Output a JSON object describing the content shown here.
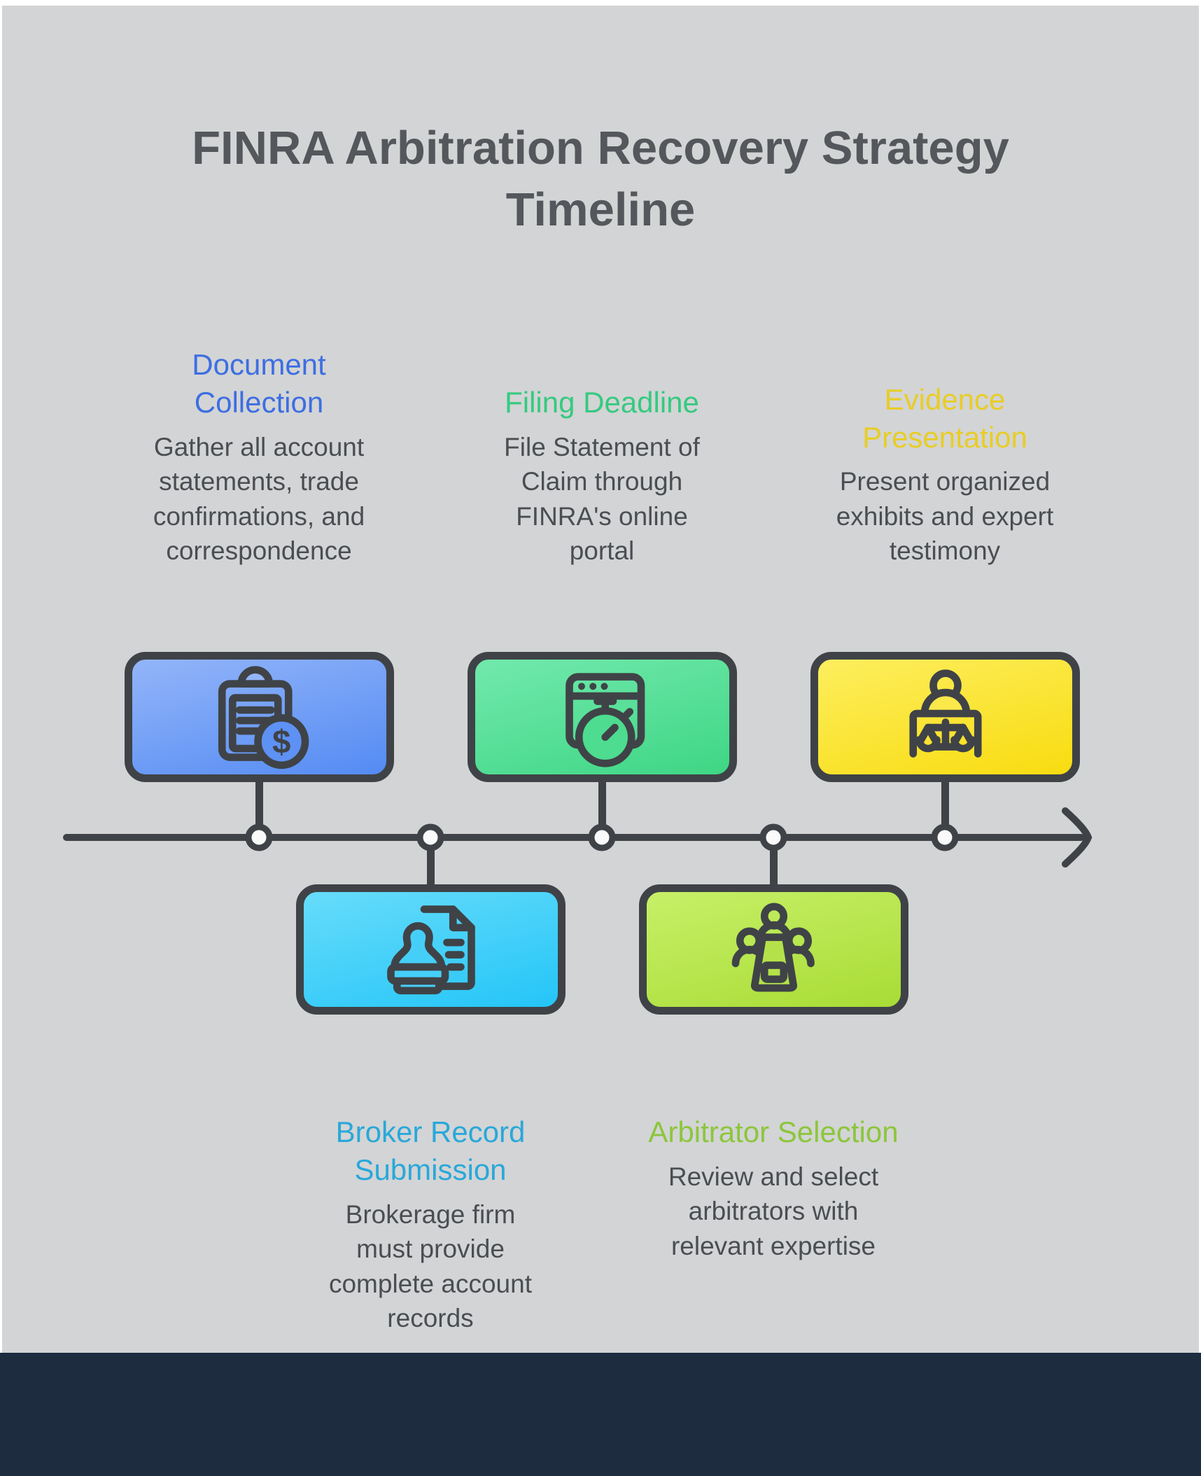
{
  "header": {
    "title": "FINRA Arbitration Recovery Strategy Timeline"
  },
  "colors": {
    "background": "#d3d4d5",
    "footer_band": "#1d2c3f",
    "title_text": "#54575b",
    "body_text": "#4a4e53",
    "outline_stroke": "#3f4347",
    "heading_blue": "#3d6ee2",
    "heading_cyan": "#29a8d9",
    "heading_green": "#35ca80",
    "heading_lime": "#8cc63c",
    "heading_yellow": "#e8cd26"
  },
  "timeline": {
    "axis": "horizontal-arrow-right",
    "steps": [
      {
        "order": 1,
        "row": "top",
        "heading": "Document Collection",
        "heading_color": "#3d6ee2",
        "description": "Gather all account statements, trade confirmations, and correspondence",
        "icon": "clipboard-dollar-icon",
        "card_gradient": [
          "#93b5f9",
          "#548bf3"
        ]
      },
      {
        "order": 2,
        "row": "bottom",
        "heading": "Broker Record Submission",
        "heading_color": "#29a8d9",
        "description": "Brokerage firm must provide complete account records",
        "icon": "stamp-document-icon",
        "card_gradient": [
          "#67dcfa",
          "#24c5f8"
        ]
      },
      {
        "order": 3,
        "row": "top",
        "heading": "Filing Deadline",
        "heading_color": "#35ca80",
        "description": "File Statement of Claim through FINRA's online portal",
        "icon": "browser-stopwatch-icon",
        "card_gradient": [
          "#72e9ac",
          "#3ed685"
        ]
      },
      {
        "order": 4,
        "row": "bottom",
        "heading": "Arbitrator Selection",
        "heading_color": "#8cc63c",
        "description": "Review and select arbitrators with relevant expertise",
        "icon": "meeting-table-icon",
        "card_gradient": [
          "#c7f068",
          "#a8dc35"
        ]
      },
      {
        "order": 5,
        "row": "top",
        "heading": "Evidence Presentation",
        "heading_color": "#e8cd26",
        "description": "Present organized exhibits and expert testimony",
        "icon": "person-scales-icon",
        "card_gradient": [
          "#fdee5e",
          "#f8dc10"
        ]
      }
    ]
  }
}
